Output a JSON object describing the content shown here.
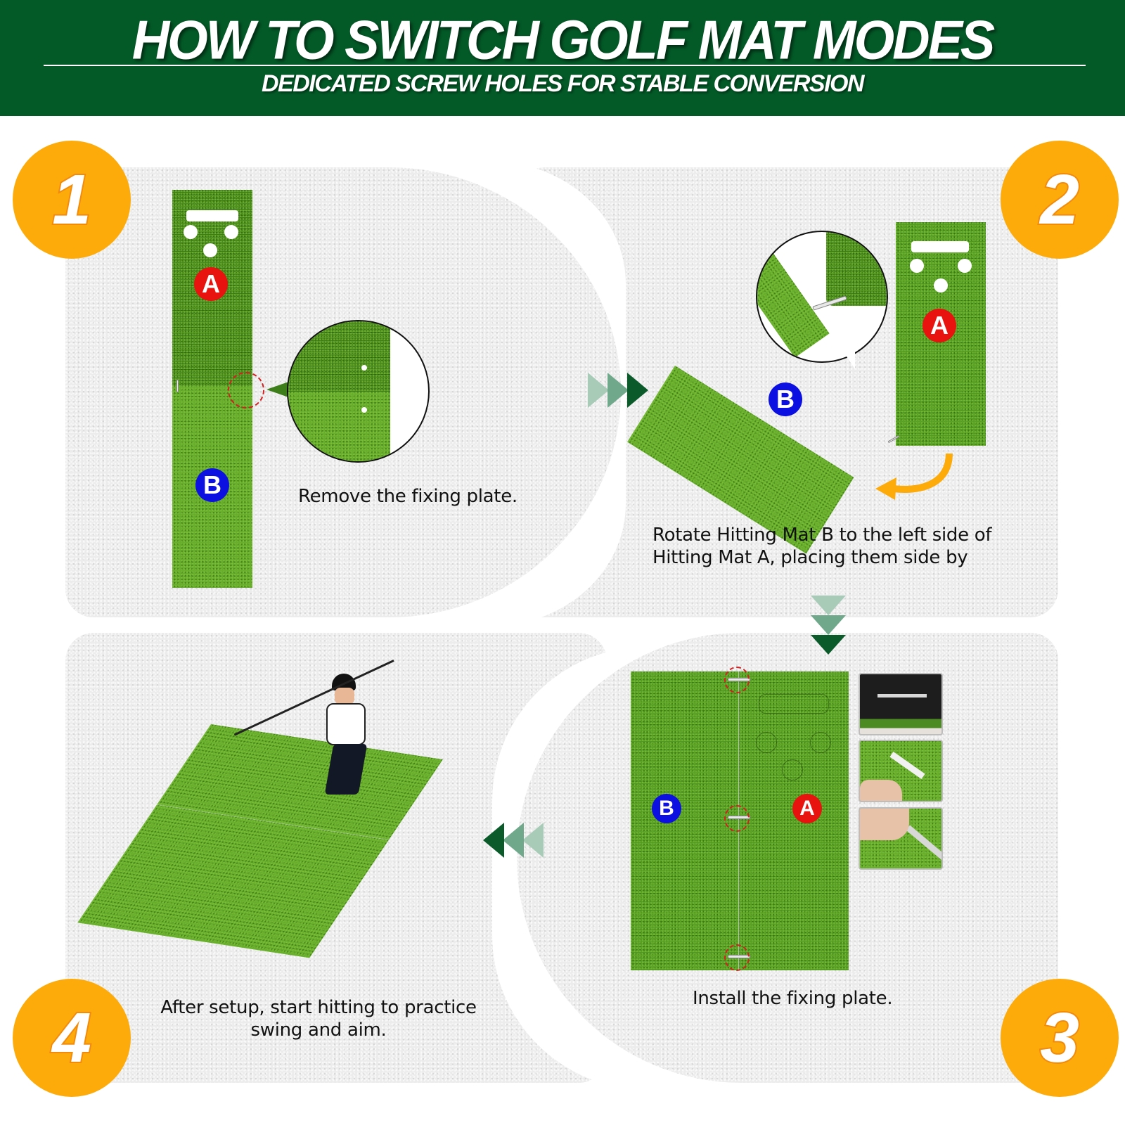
{
  "header": {
    "title": "HOW TO SWITCH GOLF MAT MODES",
    "subtitle": "DEDICATED SCREW HOLES FOR STABLE CONVERSION",
    "background_color": "#035a27"
  },
  "colors": {
    "badge_fill": "#fdab0b",
    "badge_stroke": "#f28a0a",
    "label_a": "#e8120f",
    "label_b": "#0c10e0",
    "arrow_dark": "#0a5a2a",
    "arrow_mid": "#6fa88a",
    "arrow_light": "#a8cbb8",
    "rotate_arrow": "#fdab0b",
    "panel_bg": "#ececec"
  },
  "steps": [
    {
      "number": "1",
      "caption": "Remove the fixing plate.",
      "mat_labels": [
        "A",
        "B"
      ]
    },
    {
      "number": "2",
      "caption_lines": [
        "Rotate Hitting Mat B to the left side of",
        "Hitting Mat A, placing them side by"
      ],
      "mat_labels": [
        "B",
        "A"
      ]
    },
    {
      "number": "3",
      "caption": "Install the fixing plate.",
      "mat_labels": [
        "B",
        "A"
      ]
    },
    {
      "number": "4",
      "caption_lines": [
        "After setup, start hitting to practice",
        "swing and aim."
      ]
    }
  ],
  "flow_arrows": [
    "right-arrows-icon",
    "down-arrows-icon",
    "left-arrows-icon"
  ]
}
